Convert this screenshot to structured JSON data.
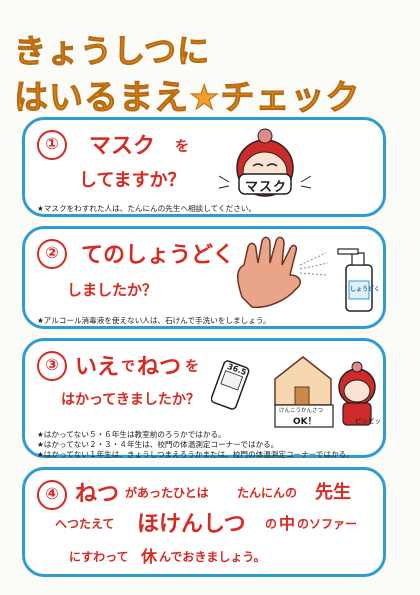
{
  "title": {
    "line1": "きょうしつに",
    "line2": "はいるまえ★チェック"
  },
  "sections": [
    {
      "number": "①",
      "heading_a": "マスク",
      "heading_b": "を",
      "heading_c": "してますか？",
      "illus_label": "マスク",
      "notes": [
        "★マスクをわすれた人は、たんにんの先生へ相談してください。"
      ]
    },
    {
      "number": "②",
      "heading_a": "てのしょうどく",
      "heading_b": "しましたか？",
      "bottle_label": "しょうどく",
      "notes": [
        "★アルコール消毒液を使えない人は、石けんで手洗いをしましょう。"
      ]
    },
    {
      "number": "③",
      "heading_a": "いえ",
      "heading_b": "で",
      "heading_c": "ねつ",
      "heading_d": "を",
      "heading_e": "はかってきましたか？",
      "thermo_label": "36.5",
      "card_label1": "けんこうかんさつ",
      "card_label2": "OK！",
      "sound": "ピッピッ",
      "notes": [
        "★はかってない５・６年生は教室前のろうかではかる。",
        "★はかってない２・３・４年生は、校門の体温測定コーナーではかる。",
        "★はかってない１年生は、きょうしつまえろうかまたは、校門の体温測定コーナーではかる。"
      ]
    },
    {
      "number": "④",
      "line1_a": "ねつ",
      "line1_b": "があったひとは",
      "line1_c": "たんにんの",
      "line1_d": "先生",
      "line2_a": "へつたえて",
      "line2_b": "ほけんしつ",
      "line2_c": "の",
      "line2_d": "中",
      "line2_e": "のソファー",
      "line3_a": "にすわって",
      "line3_b": "休",
      "line3_c": "んでおきましょう。"
    }
  ]
}
